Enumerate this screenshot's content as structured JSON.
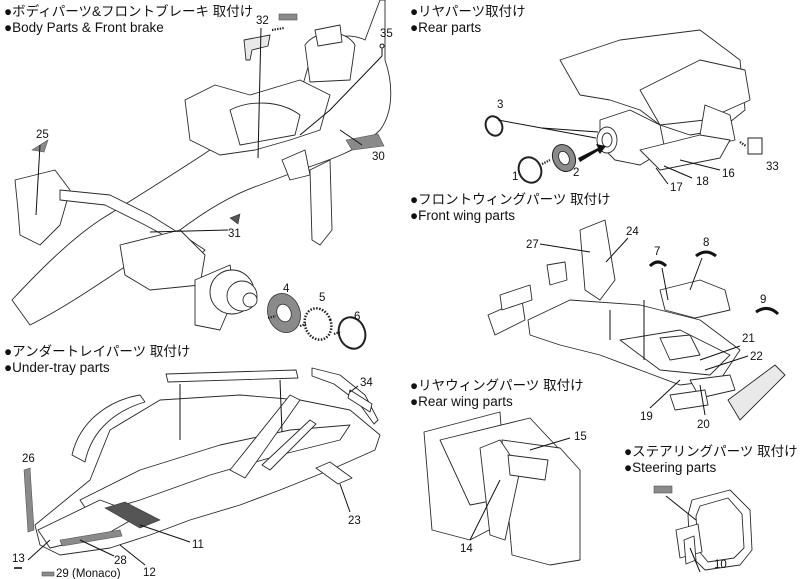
{
  "sections": {
    "body": {
      "ja": "●ボディパーツ&フロントブレーキ 取付け",
      "en": "●Body Parts & Front brake"
    },
    "rear": {
      "ja": "●リヤパーツ取付け",
      "en": "●Rear parts"
    },
    "front_wing": {
      "ja": "●フロントウィングパーツ 取付け",
      "en": "●Front wing parts"
    },
    "under_tray": {
      "ja": "●アンダートレイパーツ 取付け",
      "en": "●Under-tray parts"
    },
    "rear_wing": {
      "ja": "●リヤウィングパーツ 取付け",
      "en": "●Rear wing parts"
    },
    "steering": {
      "ja": "●ステアリングパーツ 取付け",
      "en": "●Steering parts"
    }
  },
  "callouts": {
    "c1": "1",
    "c2": "2",
    "c3": "3",
    "c4": "4",
    "c5": "5",
    "c6": "6",
    "c7": "7",
    "c8": "8",
    "c9": "9",
    "c10": "10",
    "c11": "11",
    "c12": "12",
    "c13": "13",
    "c14": "14",
    "c15": "15",
    "c16": "16",
    "c17": "17",
    "c18": "18",
    "c19": "19",
    "c20": "20",
    "c21": "21",
    "c22": "22",
    "c23": "23",
    "c24": "24",
    "c25": "25",
    "c26": "26",
    "c27": "27",
    "c28": "28",
    "c29": "29 (Monaco)",
    "c30": "30",
    "c31": "31",
    "c32": "32",
    "c33": "33",
    "c34": "34",
    "c35": "35"
  },
  "colors": {
    "ink": "#111111",
    "decal_gray": "#8a8a8a",
    "decal_dark": "#555555"
  }
}
